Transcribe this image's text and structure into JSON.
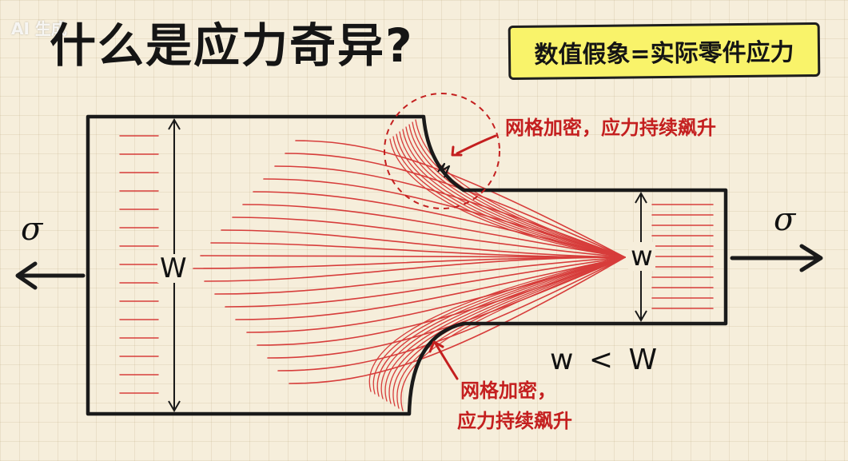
{
  "watermark": "AI 生成",
  "title": "什么是应力奇异?",
  "note": "数值假象=实际零件应力",
  "annotation_top": "网格加密，应力持续飙升",
  "annotation_bottom_line1": "网格加密，",
  "annotation_bottom_line2": "应力持续飙升",
  "sigma_left": "σ",
  "sigma_right": "σ",
  "width_large": "W",
  "width_small": "w",
  "comparison": "w < W",
  "colors": {
    "outline": "#1a1a1a",
    "stress_lines": "#d42a2a",
    "highlight": "#f9f36a",
    "annotation": "#c41f1f"
  },
  "icons": [
    "left-arrow-icon",
    "right-arrow-icon",
    "singularity-spark-icon",
    "callout-arrow-icon"
  ]
}
